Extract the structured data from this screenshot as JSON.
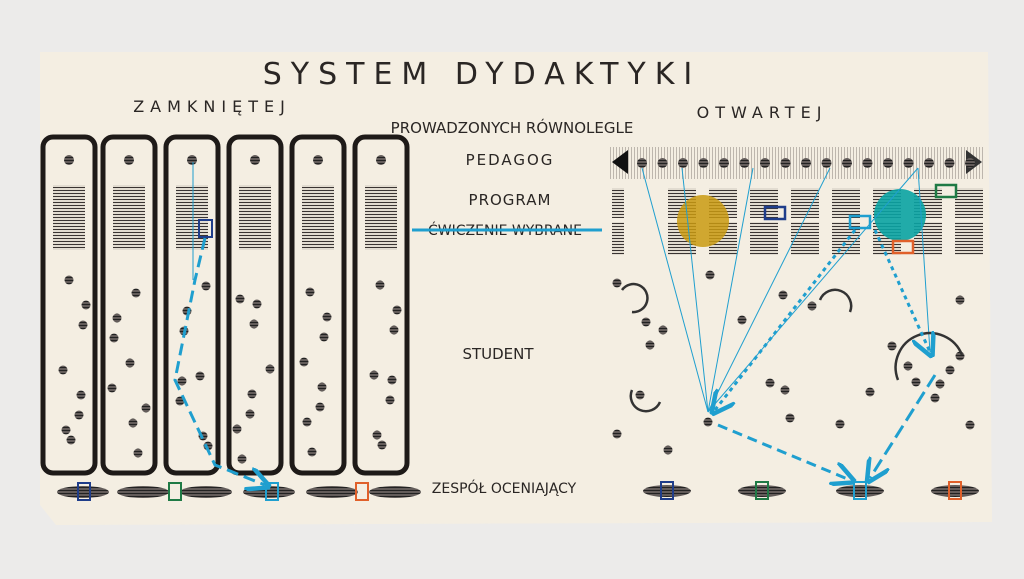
{
  "title": "SYSTEM DYDAKTYKI",
  "left_heading": "ZAMKNIĘTEJ",
  "right_heading": "OTWARTEJ",
  "center": {
    "parallel": "PROWADZONYCH RÓWNOLEGLE",
    "pedagog": "PEDAGOG",
    "program": "PROGRAM",
    "exercise": "ĆWICZENIE WYBRANE",
    "student": "STUDENT",
    "evaluation": "ZESPÓŁ OCENIAJĄCY"
  },
  "colors": {
    "paper": "#f4eee2",
    "ink": "#2a2624",
    "cyan": "#1f9fcf",
    "yellow": "#c99a10",
    "teal": "#0aa3a3",
    "navy": "#1f3d8a",
    "green": "#1f7a45",
    "orange": "#e0602a"
  }
}
